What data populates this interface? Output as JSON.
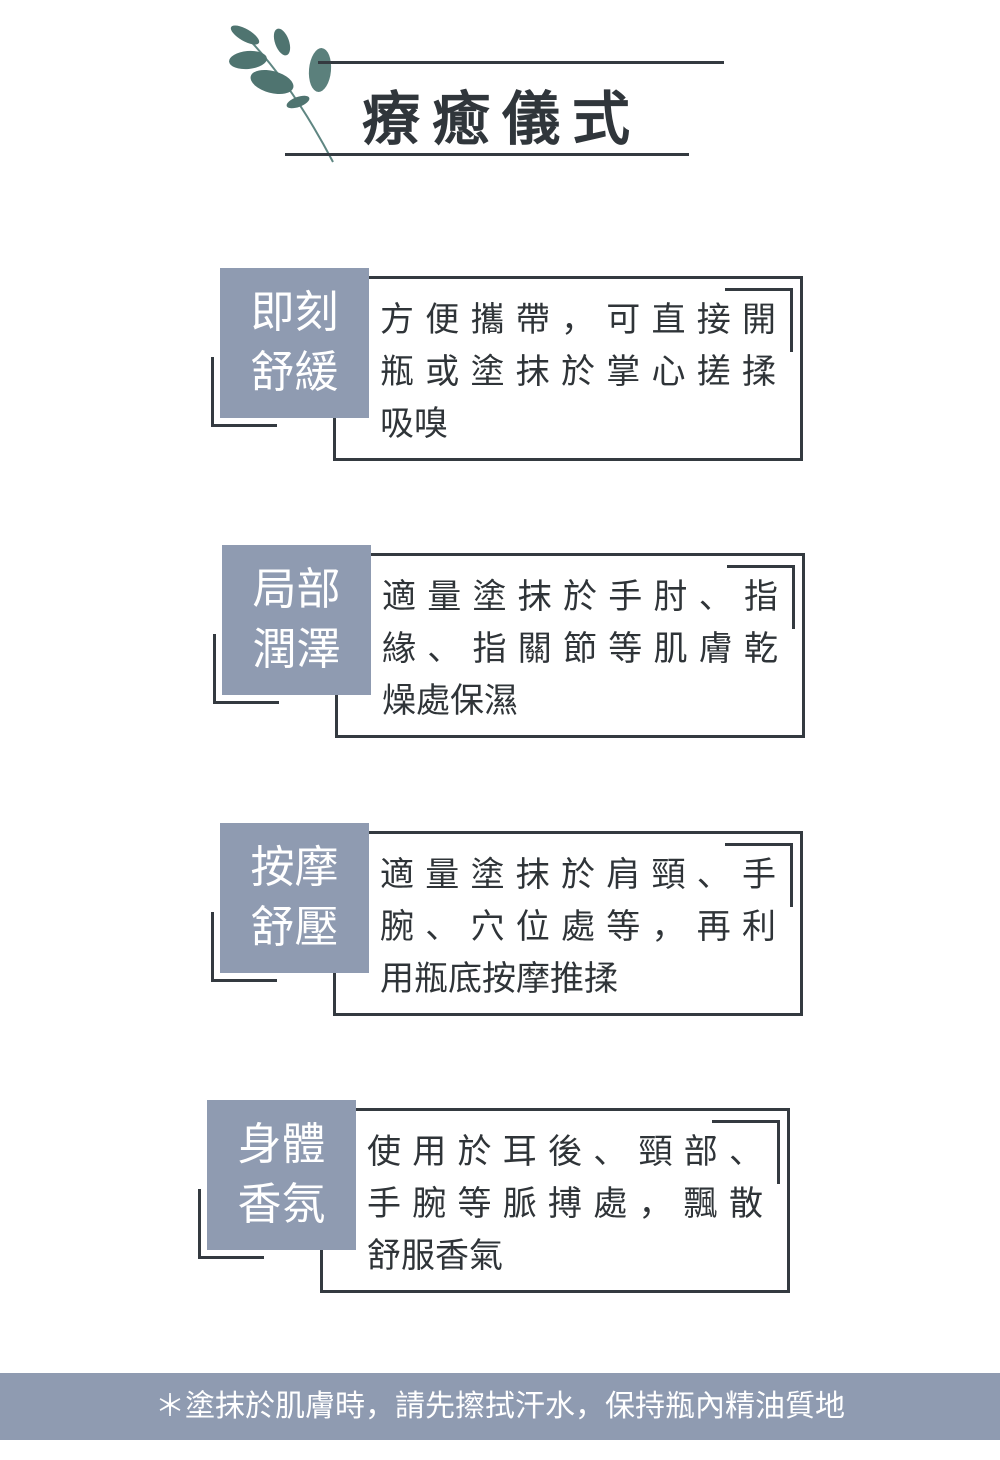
{
  "header": {
    "title": "療癒儀式"
  },
  "rituals": [
    {
      "label": [
        "即刻",
        "舒緩"
      ],
      "lines": [
        "方便攜帶，可直接開",
        "瓶或塗抹於掌心搓揉",
        "吸嗅"
      ]
    },
    {
      "label": [
        "局部",
        "潤澤"
      ],
      "lines": [
        "適量塗抹於手肘、指",
        "緣、指關節等肌膚乾",
        "燥處保濕"
      ]
    },
    {
      "label": [
        "按摩",
        "舒壓"
      ],
      "lines": [
        "適量塗抹於肩頸、手",
        "腕、穴位處等，再利",
        "用瓶底按摩推揉"
      ]
    },
    {
      "label": [
        "身體",
        "香氛"
      ],
      "lines": [
        "使用於耳後、頸部、",
        "手腕等脈搏處，飄散",
        "舒服香氣"
      ]
    }
  ],
  "footer": {
    "note": "＊塗抹於肌膚時，請先擦拭汗水，保持瓶內精油質地"
  },
  "colors": {
    "accent": "#8f9bb1",
    "line": "#343a40",
    "leaf": "#4f7470"
  }
}
